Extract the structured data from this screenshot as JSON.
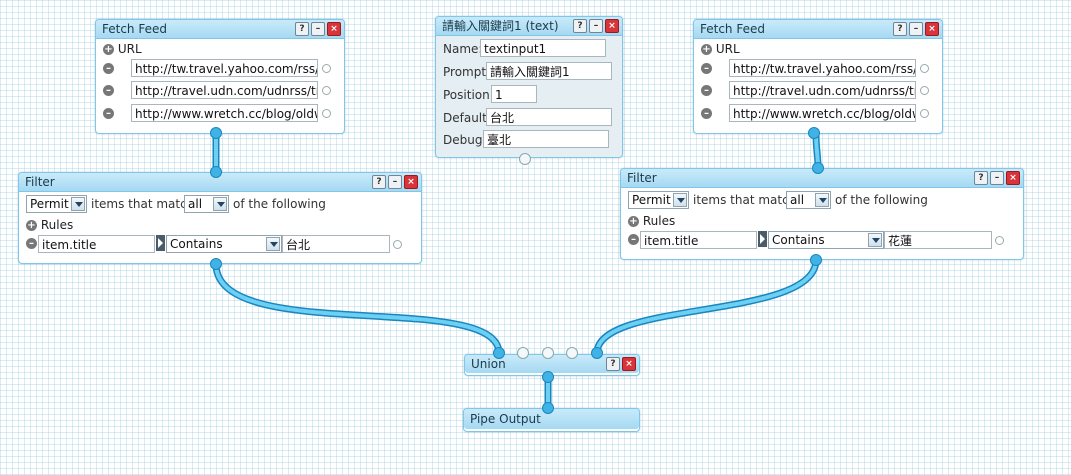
{
  "fetch1": {
    "title": "Fetch Feed",
    "url_label": "URL",
    "urls": [
      "http://tw.travel.yahoo.com/rss/blog_",
      "http://travel.udn.com/udnrss/travel_",
      "http://www.wretch.cc/blog/oldwu&r"
    ]
  },
  "textinput": {
    "title": "請輸入關鍵詞1 (text)",
    "name_label": "Name:",
    "name_value": "textinput1",
    "prompt_label": "Prompt:",
    "prompt_value": "請輸入關鍵詞1",
    "position_label": "Position:",
    "position_value": "1",
    "default_label": "Default:",
    "default_value": "台北",
    "debug_label": "Debug:",
    "debug_value": "臺北"
  },
  "fetch2": {
    "title": "Fetch Feed",
    "url_label": "URL",
    "urls": [
      "http://tw.travel.yahoo.com/rss/blog_",
      "http://travel.udn.com/udnrss/travel_",
      "http://www.wretch.cc/blog/oldwu&r"
    ]
  },
  "filter1": {
    "title": "Filter",
    "mode": "Permit",
    "items_text": "items that match",
    "match": "all",
    "following_text": "of the following",
    "rules_label": "Rules",
    "rule_field": "item.title",
    "rule_op": "Contains",
    "rule_value": "台北"
  },
  "filter2": {
    "title": "Filter",
    "mode": "Permit",
    "items_text": "items that match",
    "match": "all",
    "following_text": "of the following",
    "rules_label": "Rules",
    "rule_field": "item.title",
    "rule_op": "Contains",
    "rule_value": "花蓮"
  },
  "union": {
    "title": "Union"
  },
  "output": {
    "title": "Pipe Output"
  },
  "controls": {
    "help": "?",
    "minimize": "–",
    "close": "×",
    "add": "+",
    "remove": "–"
  },
  "colors": {
    "wire": "#3fb3e6",
    "title_bar": "#a5d9f2",
    "close": "#d8343a"
  },
  "icons": [
    "help-icon",
    "minimize-icon",
    "close-icon",
    "add-icon",
    "remove-icon",
    "dropdown-arrow-icon",
    "terminal-icon"
  ]
}
